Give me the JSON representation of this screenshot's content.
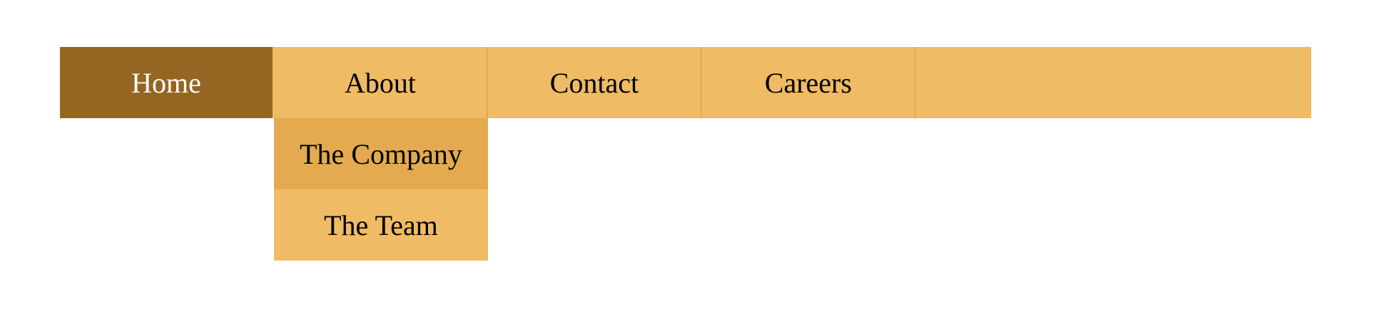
{
  "nav": {
    "items": [
      {
        "label": "Home"
      },
      {
        "label": "About"
      },
      {
        "label": "Contact"
      },
      {
        "label": "Careers"
      }
    ],
    "about_dropdown": {
      "items": [
        {
          "label": "The Company"
        },
        {
          "label": "The Team"
        }
      ]
    }
  },
  "colors": {
    "menu_background": "#efbb64",
    "active_item": "#956622",
    "hovered_dropdown_item": "#e3aa50",
    "divider": "#e3a94c",
    "active_text": "#ffffff",
    "text": "#000000"
  }
}
